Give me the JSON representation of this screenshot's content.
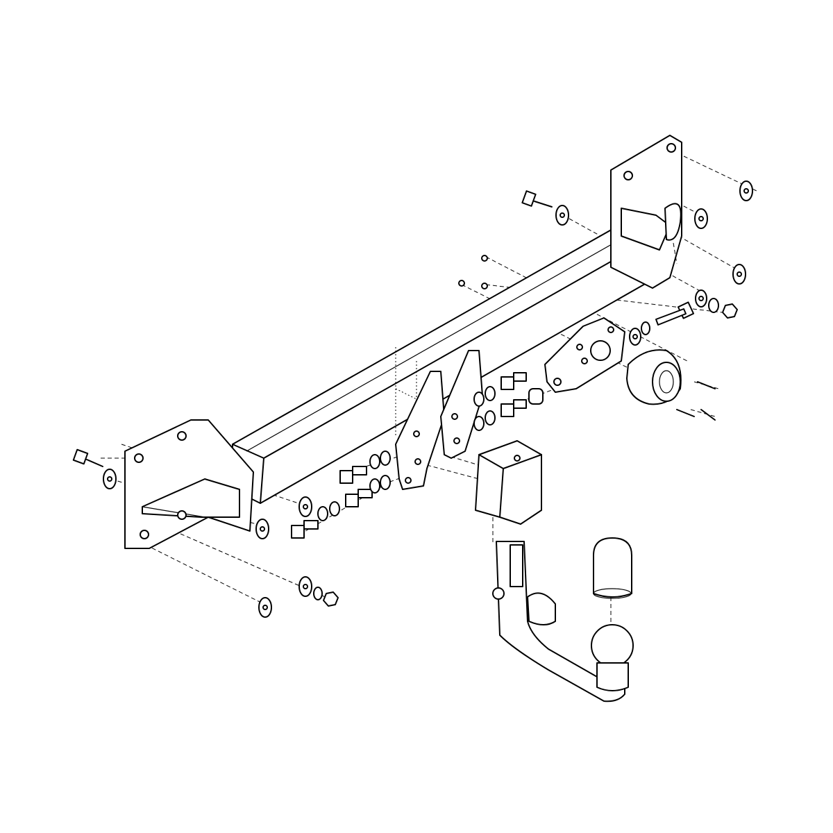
{
  "diagram": {
    "type": "exploded-assembly-drawing",
    "labels": [],
    "line_color": "#000000",
    "background": "#ffffff",
    "parts": [
      "crossbar",
      "left-mounting-plate",
      "right-mounting-plate",
      "left-center-bracket",
      "right-center-bracket",
      "socket-holder-bracket",
      "electrical-socket",
      "receiver-housing",
      "detachable-tow-ball-arm",
      "tow-ball-cap",
      "bolts",
      "washers",
      "nuts"
    ]
  }
}
